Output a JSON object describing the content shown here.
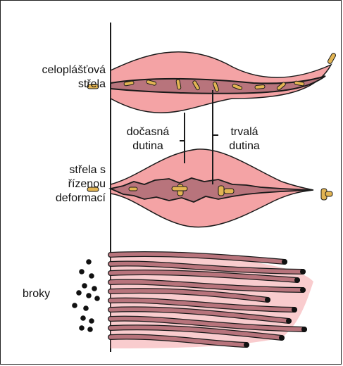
{
  "labels": {
    "fmj": [
      "celoplášťová",
      "střela"
    ],
    "expanding": [
      "střela s",
      "řízenou",
      "deformací"
    ],
    "shot": "broky",
    "temporary": [
      "dočasná",
      "dutina"
    ],
    "permanent": [
      "trvalá",
      "dutina"
    ]
  },
  "colors": {
    "temporary_cavity": "#f4a3a5",
    "permanent_cavity": "#b8747c",
    "bullet": "#e2b453",
    "outline": "#1a1a1a",
    "pellet": "#111111"
  }
}
